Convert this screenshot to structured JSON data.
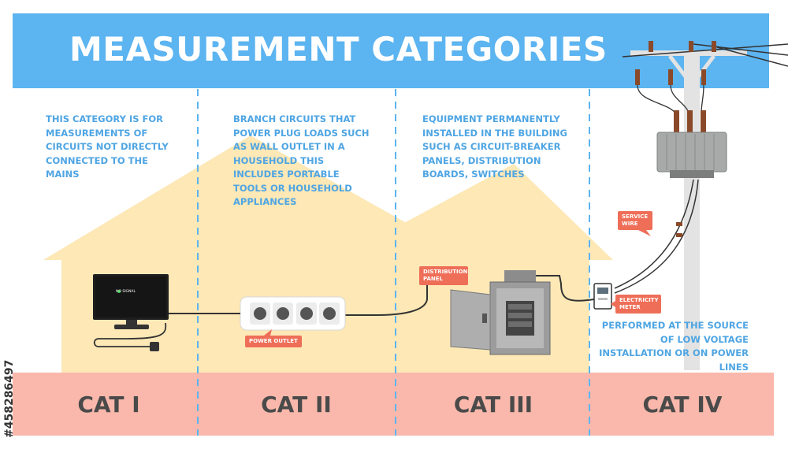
{
  "title": "MEASUREMENT CATEGORIES",
  "categories": [
    {
      "label": "CAT I",
      "description": "THIS CATEGORY IS FOR MEASUREMENTS OF CIRCUITS NOT DIRECTLY CONNECTED TO THE MAINS"
    },
    {
      "label": "CAT II",
      "description": "BRANCH CIRCUITS THAT POWER PLUG LOADS SUCH AS WALL OUTLET IN A HOUSEHOLD THIS INCLUDES PORTABLE TOOLS OR HOUSEHOLD APPLIANCES"
    },
    {
      "label": "CAT III",
      "description": "EQUIPMENT PERMANENTLY INSTALLED IN THE BUILDING SUCH AS CIRCUIT-BREAKER PANELS, DISTRIBUTION BOARDS, SWITCHES"
    },
    {
      "label": "CAT IV",
      "description": "PERFORMED AT THE SOURCE OF LOW VOLTAGE INSTALLATION OR ON POWER LINES"
    }
  ],
  "callouts": {
    "power_outlet": "POWER OUTLET",
    "distribution_panel": "DISTRIBUTION PANEL",
    "service_wire": "SERVICE WIRE",
    "electricity_meter": "ELECTRICITY METER"
  },
  "tv_screen_text": "NO SIGNAL",
  "stock_id": "#458286497",
  "colors": {
    "header": "#5cb4f0",
    "footer": "#f9b8ab",
    "house": "#fde8b6",
    "description_text": "#4ea5e3",
    "badge": "#ee6e57",
    "category_text": "#4a4a4a"
  }
}
